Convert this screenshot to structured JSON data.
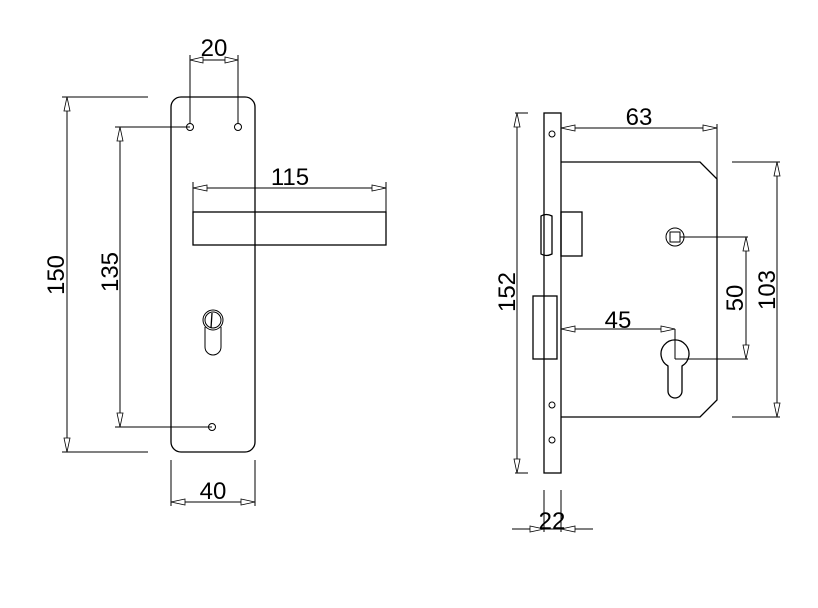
{
  "handle_plate": {
    "dimensions": {
      "hole_spacing": "20",
      "overall_height": "150",
      "hole_centers": "135",
      "handle_length": "115",
      "plate_width": "40"
    }
  },
  "lock_body": {
    "dimensions": {
      "case_depth": "63",
      "faceplate_height": "152",
      "backset": "45",
      "spindle_to_cylinder": "50",
      "case_height": "103",
      "faceplate_width": "22"
    }
  },
  "colors": {
    "line": "#000000",
    "background": "#ffffff"
  }
}
